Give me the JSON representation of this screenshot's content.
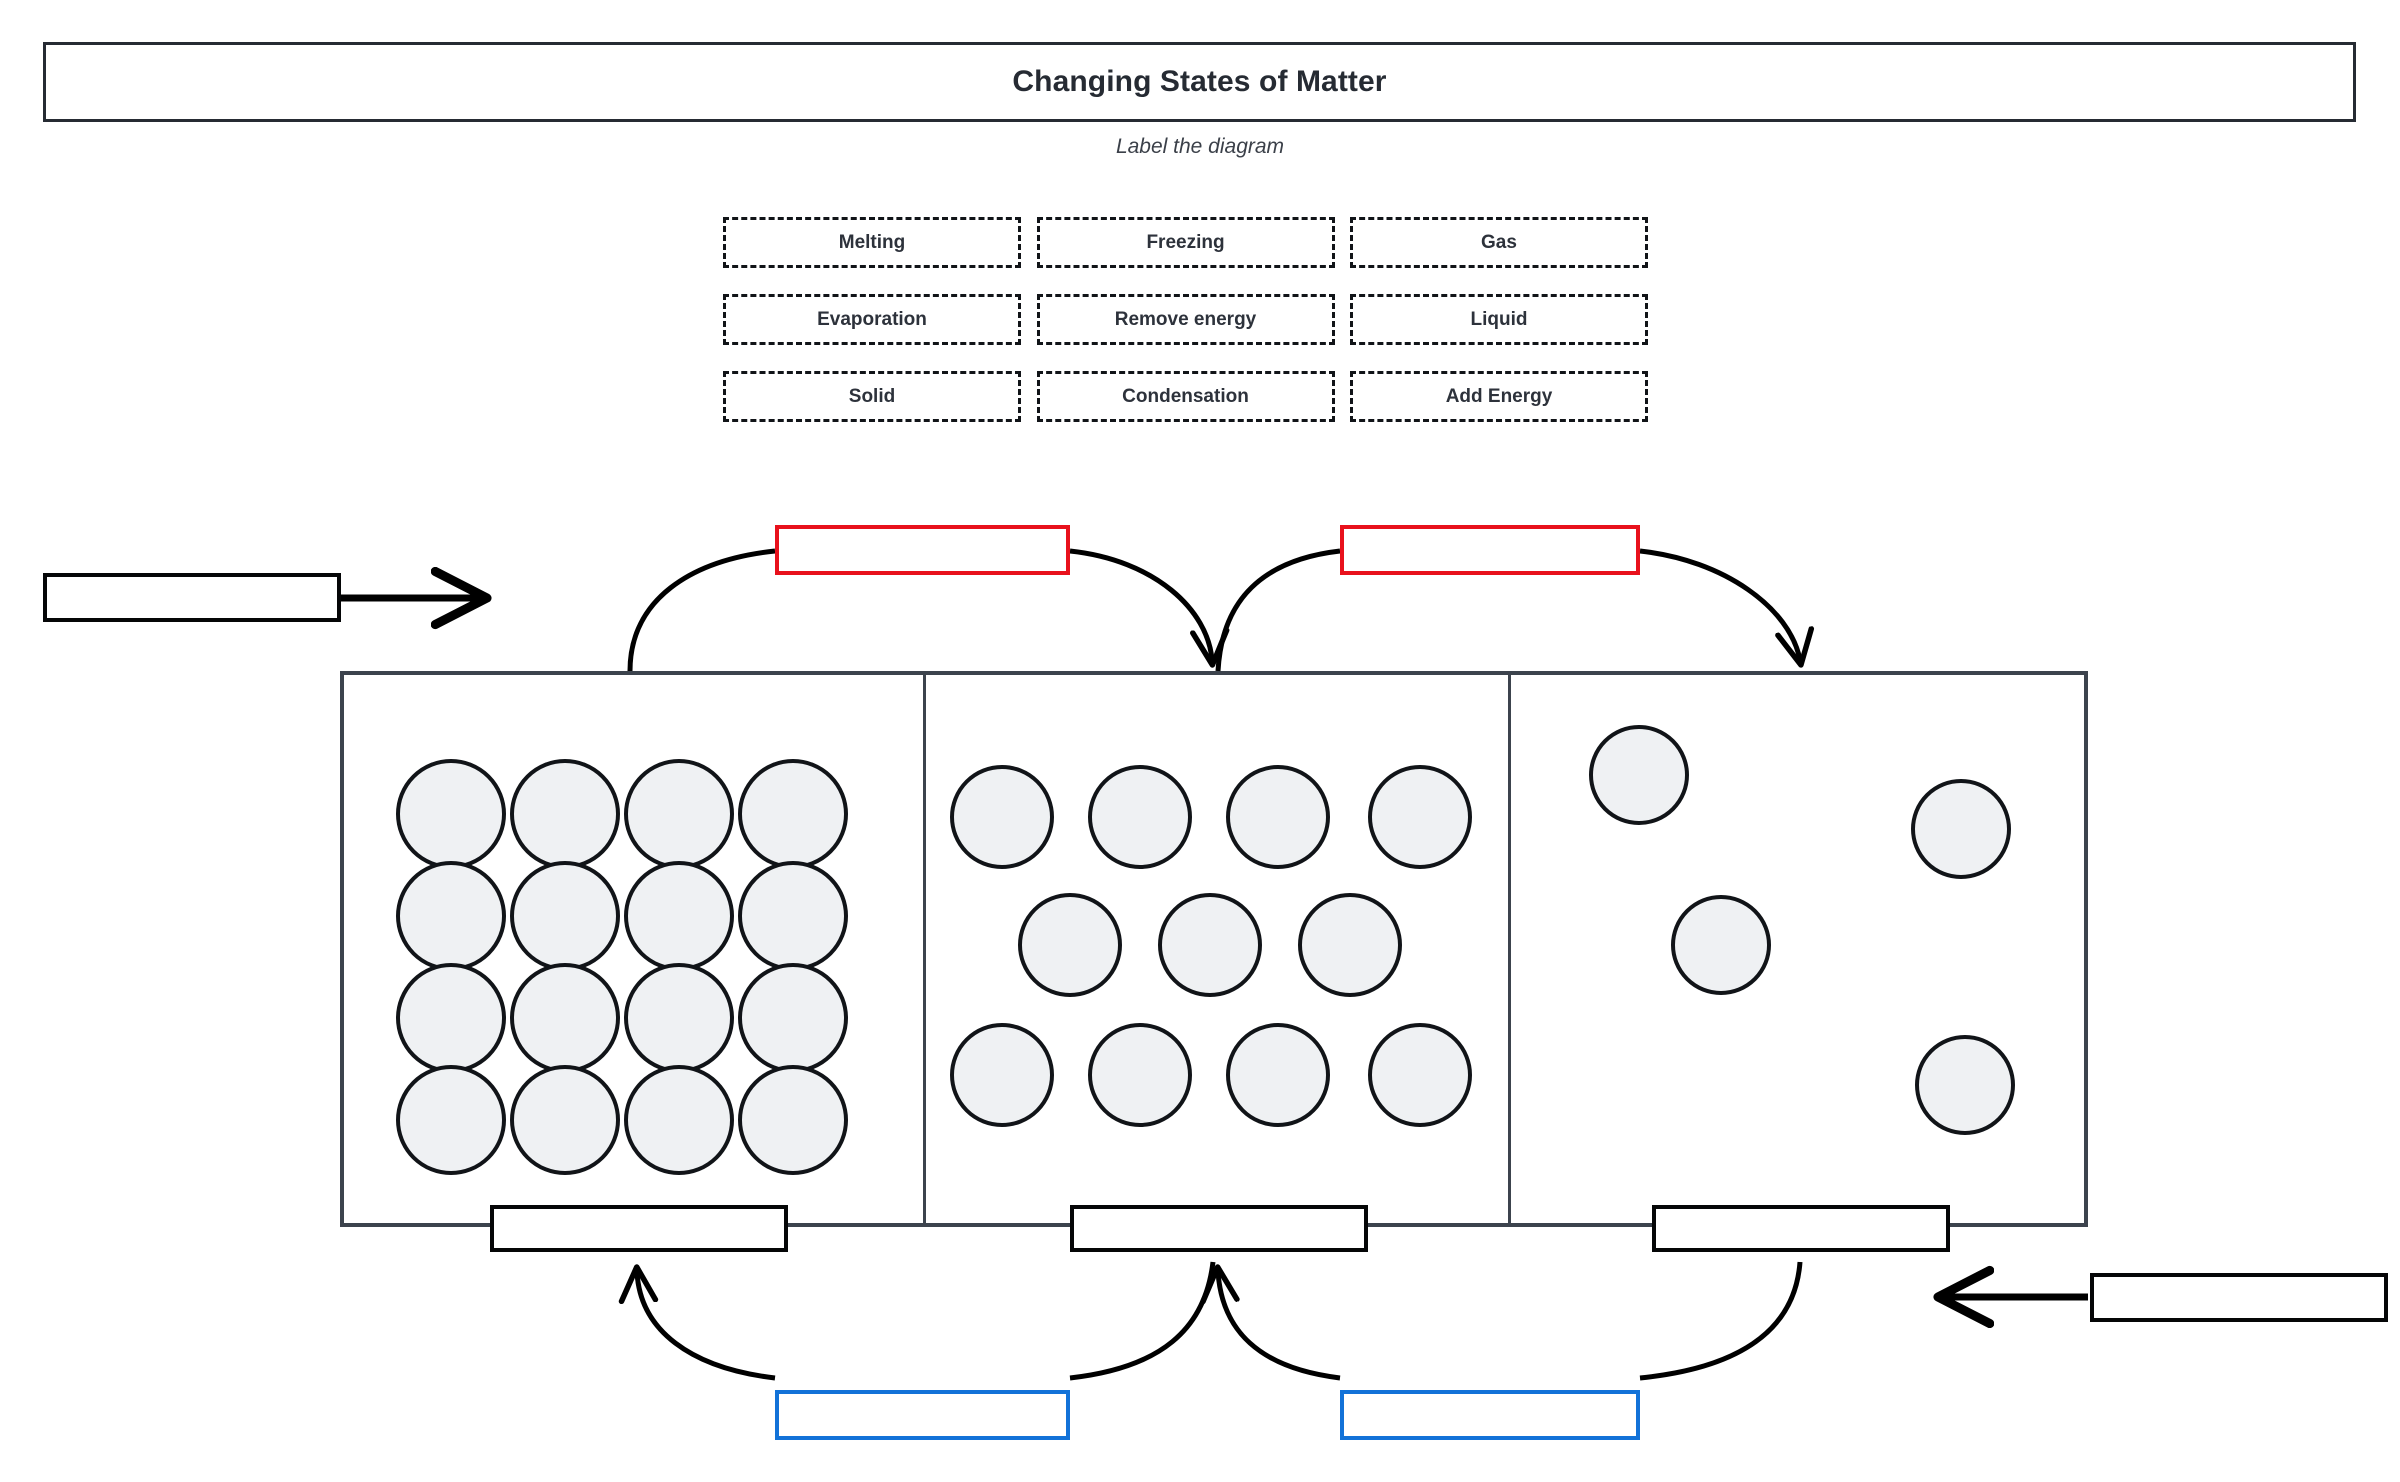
{
  "header": {
    "title": "Changing States of Matter",
    "subtitle": "Label the diagram"
  },
  "word_bank": {
    "items": [
      {
        "label": "Melting"
      },
      {
        "label": "Freezing"
      },
      {
        "label": "Gas"
      },
      {
        "label": "Evaporation"
      },
      {
        "label": "Remove energy"
      },
      {
        "label": "Liquid"
      },
      {
        "label": "Solid"
      },
      {
        "label": "Condensation"
      },
      {
        "label": "Add Energy"
      }
    ]
  },
  "diagram": {
    "panels": [
      {
        "name": "solid-panel",
        "particle_count": 16,
        "arrangement": "4x4 tightly packed grid"
      },
      {
        "name": "liquid-panel",
        "particle_count": 11,
        "arrangement": "3 loose rows of 4, 3, 4"
      },
      {
        "name": "gas-panel",
        "particle_count": 4,
        "arrangement": "widely scattered"
      }
    ],
    "blanks": {
      "energy_input": {
        "value": "",
        "color": "#050607"
      },
      "energy_output": {
        "value": "",
        "color": "#050607"
      },
      "top_change_left": {
        "value": "",
        "color": "#e8111c"
      },
      "top_change_right": {
        "value": "",
        "color": "#e8111c"
      },
      "state_solid": {
        "value": "",
        "color": "#050607"
      },
      "state_liquid": {
        "value": "",
        "color": "#050607"
      },
      "state_gas": {
        "value": "",
        "color": "#050607"
      },
      "bottom_change_left": {
        "value": "",
        "color": "#1272d8"
      },
      "bottom_change_right": {
        "value": "",
        "color": "#1272d8"
      }
    }
  },
  "colors": {
    "outline": "#262b33",
    "panel_border": "#3c434d",
    "particle_fill": "#eff1f3",
    "particle_stroke": "#111418",
    "red_blank": "#e8111c",
    "blue_blank": "#1272d8",
    "arrow": "#000000"
  }
}
